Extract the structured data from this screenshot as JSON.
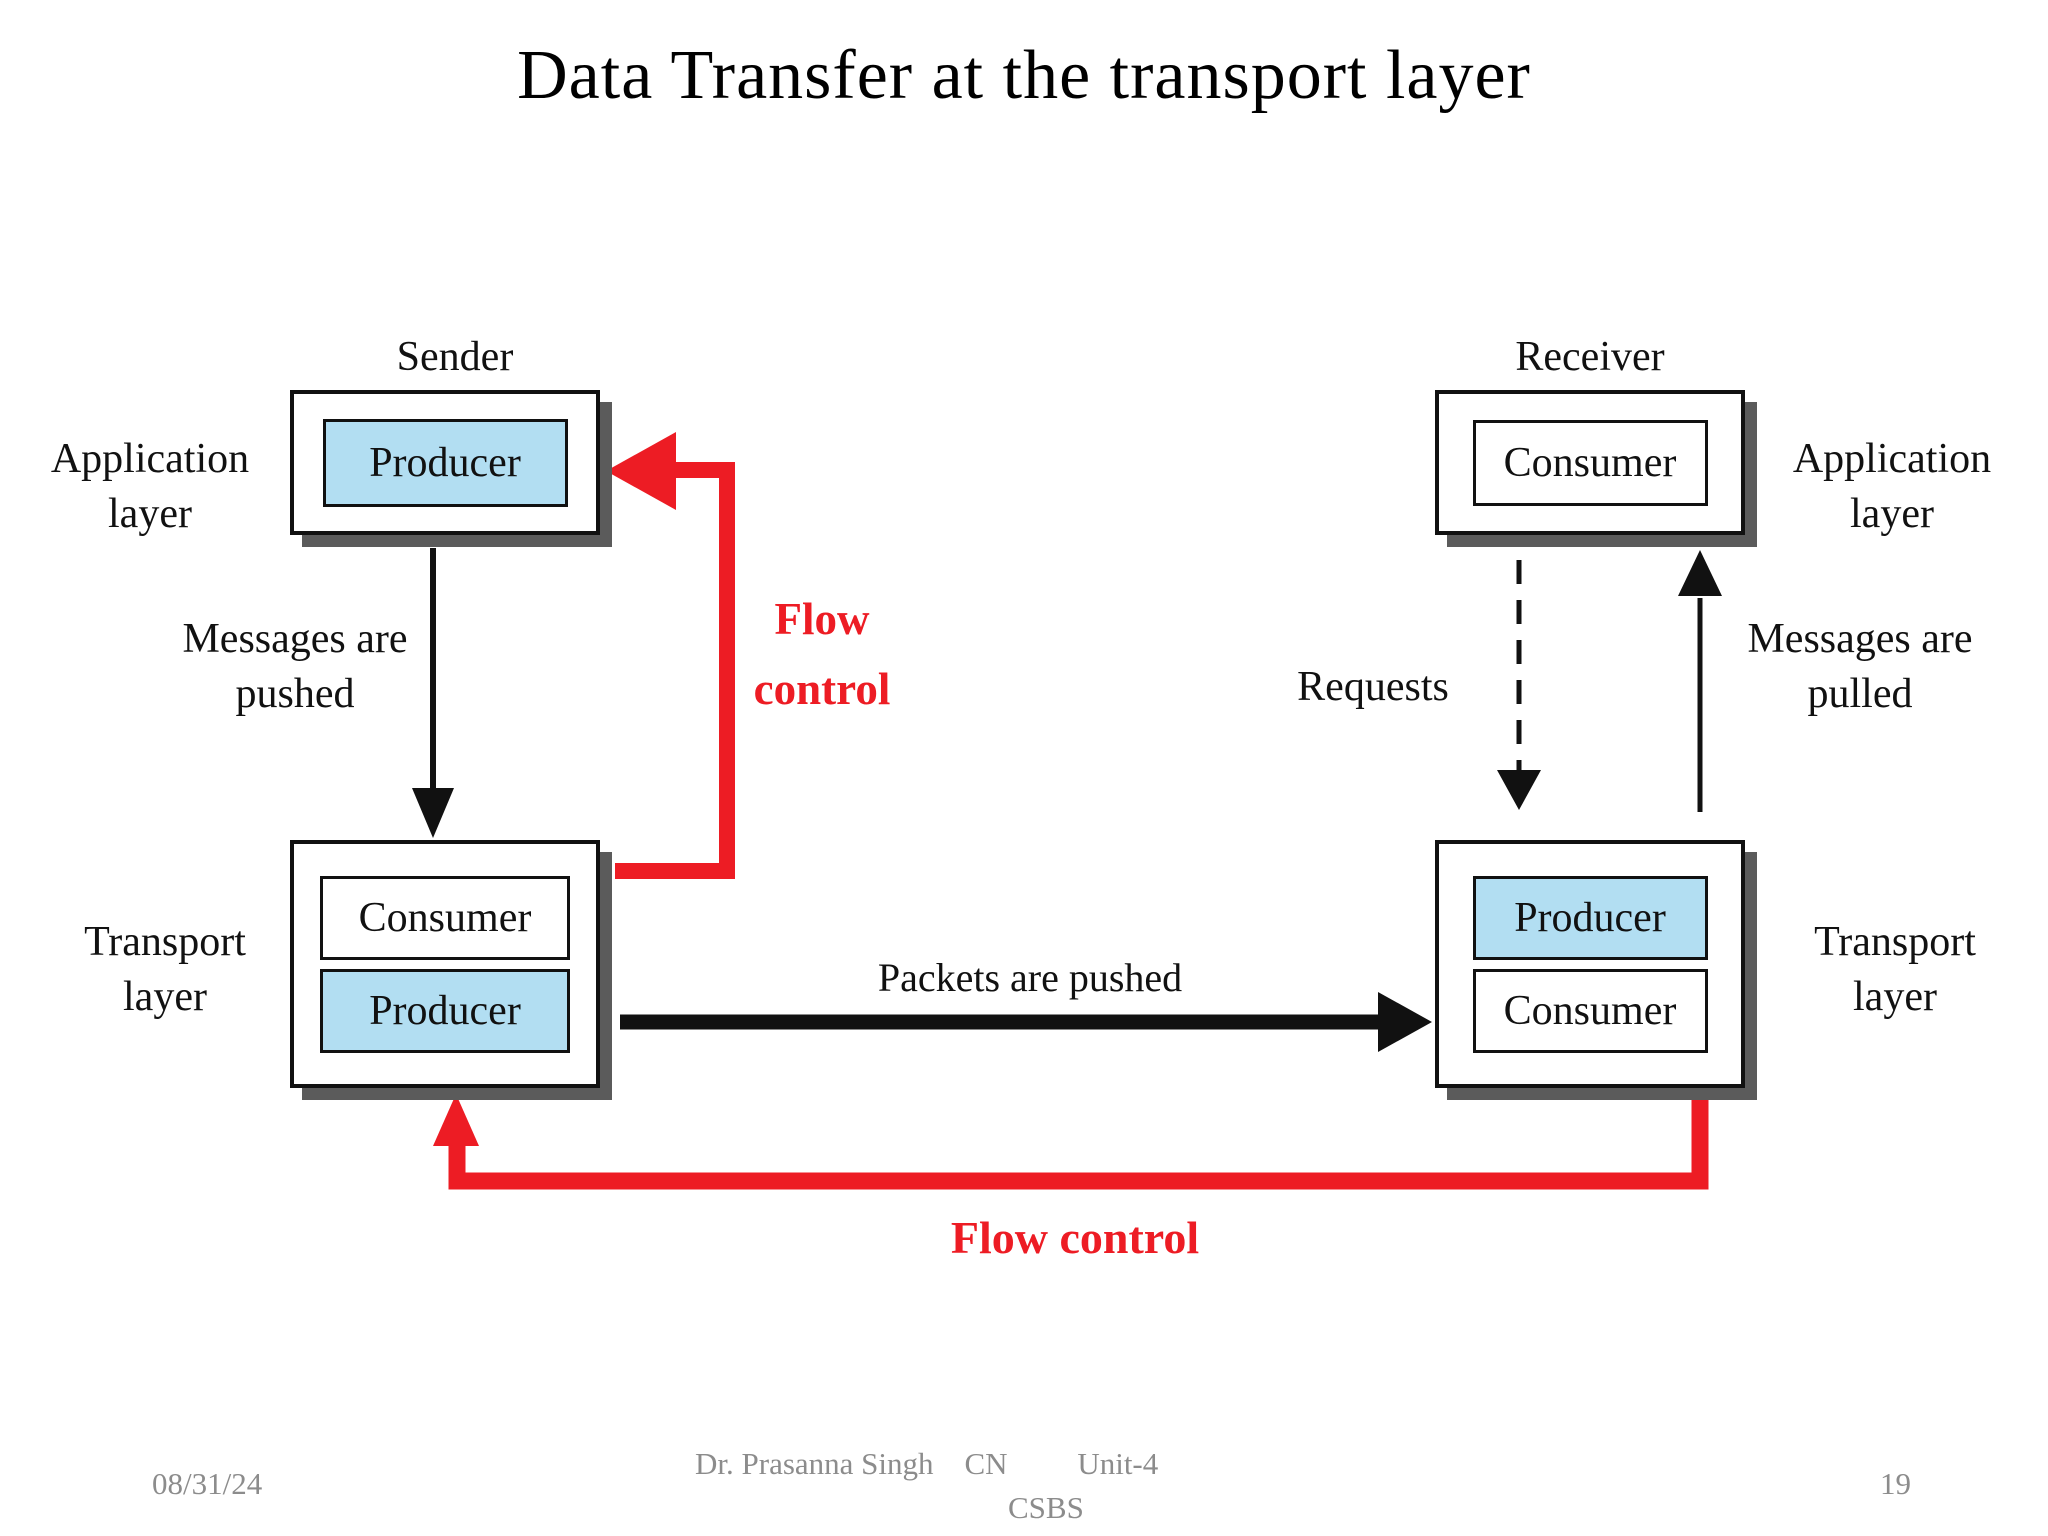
{
  "slide": {
    "title": "Data Transfer at the transport layer"
  },
  "colors": {
    "flow_control_red": "#ed1c24",
    "producer_fill_blue": "#b2def2",
    "box_shadow_gray": "#5b5b5b",
    "footer_gray": "#8c8c8c"
  },
  "diagram": {
    "sender": {
      "title": "Sender",
      "layer_label": "Application layer",
      "box": "Producer"
    },
    "receiver": {
      "title": "Receiver",
      "layer_label": "Application layer",
      "box": "Consumer"
    },
    "transport_left": {
      "layer_label": "Transport layer",
      "top_box": "Consumer",
      "bottom_box": "Producer"
    },
    "transport_right": {
      "layer_label": "Transport layer",
      "top_box": "Producer",
      "bottom_box": "Consumer"
    },
    "annotations": {
      "messages_pushed": "Messages are pushed",
      "flow_control_top": "Flow control",
      "requests": "Requests",
      "messages_pulled": "Messages are pulled",
      "packets_pushed": "Packets are pushed",
      "flow_control_bottom": "Flow control"
    }
  },
  "footer": {
    "date": "08/31/24",
    "center_line1": "Dr. Prasanna Singh    CN         Unit-4",
    "center_line2": "CSBS",
    "page_number": "19"
  }
}
